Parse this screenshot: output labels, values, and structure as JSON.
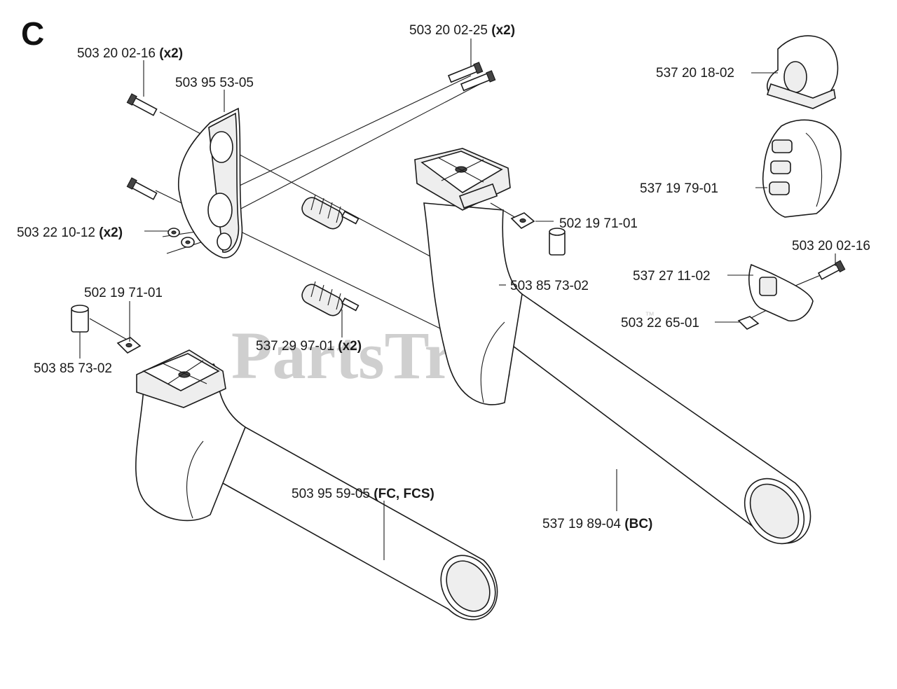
{
  "diagram": {
    "section_letter": "C",
    "watermark": "PartsTree",
    "watermark_tm": "™",
    "labels": {
      "p1": {
        "num": "503 20 02-16",
        "qty": "(x2)"
      },
      "p2": {
        "num": "503 95 53-05",
        "qty": ""
      },
      "p3": {
        "num": "503 20 02-25",
        "qty": "(x2)"
      },
      "p4": {
        "num": "537 20 18-02",
        "qty": ""
      },
      "p5": {
        "num": "537 19 79-01",
        "qty": ""
      },
      "p6": {
        "num": "503 22 10-12",
        "qty": "(x2)"
      },
      "p7": {
        "num": "502 19 71-01",
        "qty": ""
      },
      "p8": {
        "num": "503 20 02-16",
        "qty": ""
      },
      "p9": {
        "num": "537 27 11-02",
        "qty": ""
      },
      "p10": {
        "num": "503 85 73-02",
        "qty": ""
      },
      "p11": {
        "num": "502 19 71-01",
        "qty": ""
      },
      "p12": {
        "num": "503 22 65-01",
        "qty": ""
      },
      "p13": {
        "num": "537 29 97-01",
        "qty": "(x2)"
      },
      "p14": {
        "num": "503 85 73-02",
        "qty": ""
      },
      "p15": {
        "num": "503 95 59-05",
        "qty": "(FC, FCS)"
      },
      "p16": {
        "num": "537 19 89-04",
        "qty": "(BC)"
      }
    }
  }
}
